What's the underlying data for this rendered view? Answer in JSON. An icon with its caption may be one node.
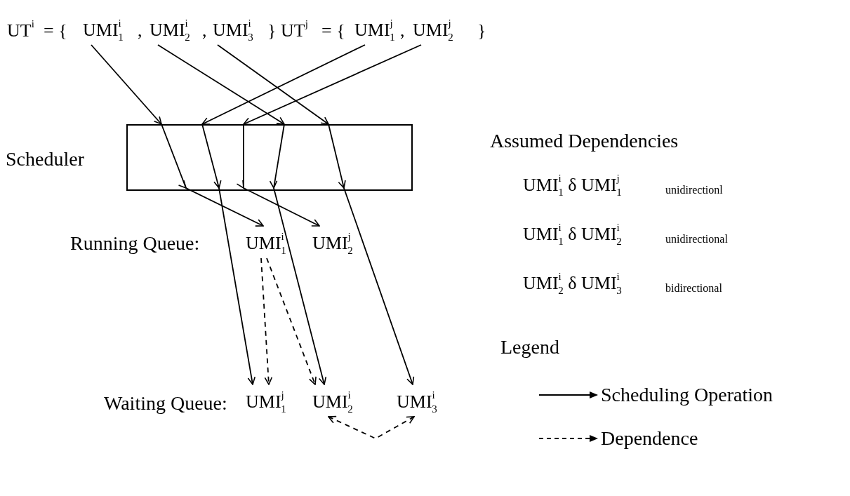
{
  "diagram": {
    "nodes": [
      {
        "text": [
          "UMI$^{i}$$_{1}$"
        ]
      },
      {
        "text": [
          "UMI$^{i}$$_{2}$"
        ]
      },
      {
        "text": [
          "UMI$^{i}$$_{3}$"
        ]
      },
      {
        "text": [
          "UMI$^{j}$$_{1}$"
        ]
      },
      {
        "text": [
          "UMI$^{j}$$_{2}$"
        ]
      },
      {
        "text": [
          "Scheduler"
        ]
      },
      {
        "text": [
          "UMI$^{i}$$_{1}$"
        ]
      },
      {
        "text": [
          "UMI$^{j}$$_{2}$"
        ]
      },
      {
        "text": [
          "UMI$^{j}$$_{1}$"
        ]
      },
      {
        "text": [
          "UMI$^{i}$$_{2}$"
        ]
      },
      {
        "text": [
          "UMI$^{i}$$_{3}$"
        ]
      }
    ],
    "edges": [
      {
        "from": 0,
        "to": 5,
        "arrow": "to"
      },
      {
        "from": 1,
        "to": 5,
        "arrow": "to"
      },
      {
        "from": 2,
        "to": 5,
        "arrow": "to"
      },
      {
        "from": 3,
        "to": 5,
        "arrow": "to"
      },
      {
        "from": 4,
        "to": 5,
        "arrow": "to"
      },
      {
        "from": 5,
        "to": 6,
        "arrow": "to"
      },
      {
        "from": 5,
        "to": 8,
        "arrow": "to"
      },
      {
        "from": 5,
        "to": 7,
        "arrow": "to"
      },
      {
        "from": 5,
        "to": 9,
        "arrow": "to"
      },
      {
        "from": 5,
        "to": 10,
        "arrow": "to"
      },
      {
        "from": 6,
        "to": 8,
        "arrow": "to",
        "style": "dashed"
      },
      {
        "from": 6,
        "to": 9,
        "arrow": "to",
        "style": "dashed"
      },
      {
        "from": 9,
        "to": 10,
        "arrow": "both",
        "style": "dashed"
      }
    ],
    "labels": [
      "UT$^{i}$",
      "= {",
      ",",
      ",",
      "}",
      "UT$^{j}$",
      "= {",
      ",",
      "}",
      "Running Queue:",
      "Waiting Queue:",
      "Assumed Dependencies",
      "UMI$^{i}$$_{1}$ δ UMI$^{j}$$_{1}$",
      "unidirectionl",
      "UMI$^{i}$$_{1}$ δ UMI$^{i}$$_{2}$",
      "unidirectional",
      "UMI$^{i}$$_{2}$ δ UMI$^{i}$$_{3}$",
      "bidirectional",
      "Legend"
    ],
    "legend": [
      {
        "text": "Scheduling Operation"
      },
      {
        "text": "Dependence"
      }
    ]
  }
}
